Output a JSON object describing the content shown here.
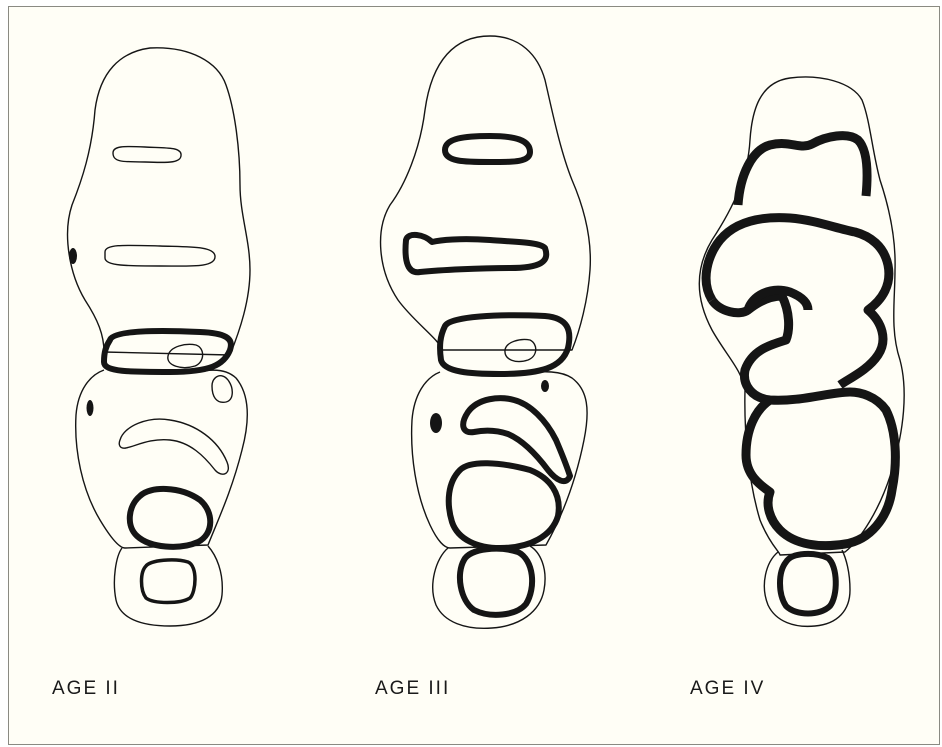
{
  "figure": {
    "panels": [
      {
        "id": "age-2",
        "label": "AGE  II"
      },
      {
        "id": "age-3",
        "label": "AGE  III"
      },
      {
        "id": "age-4",
        "label": "AGE  IV"
      }
    ],
    "colors": {
      "background": "#fffef6",
      "ink": "#151515",
      "frame": "#8a8a82"
    }
  }
}
